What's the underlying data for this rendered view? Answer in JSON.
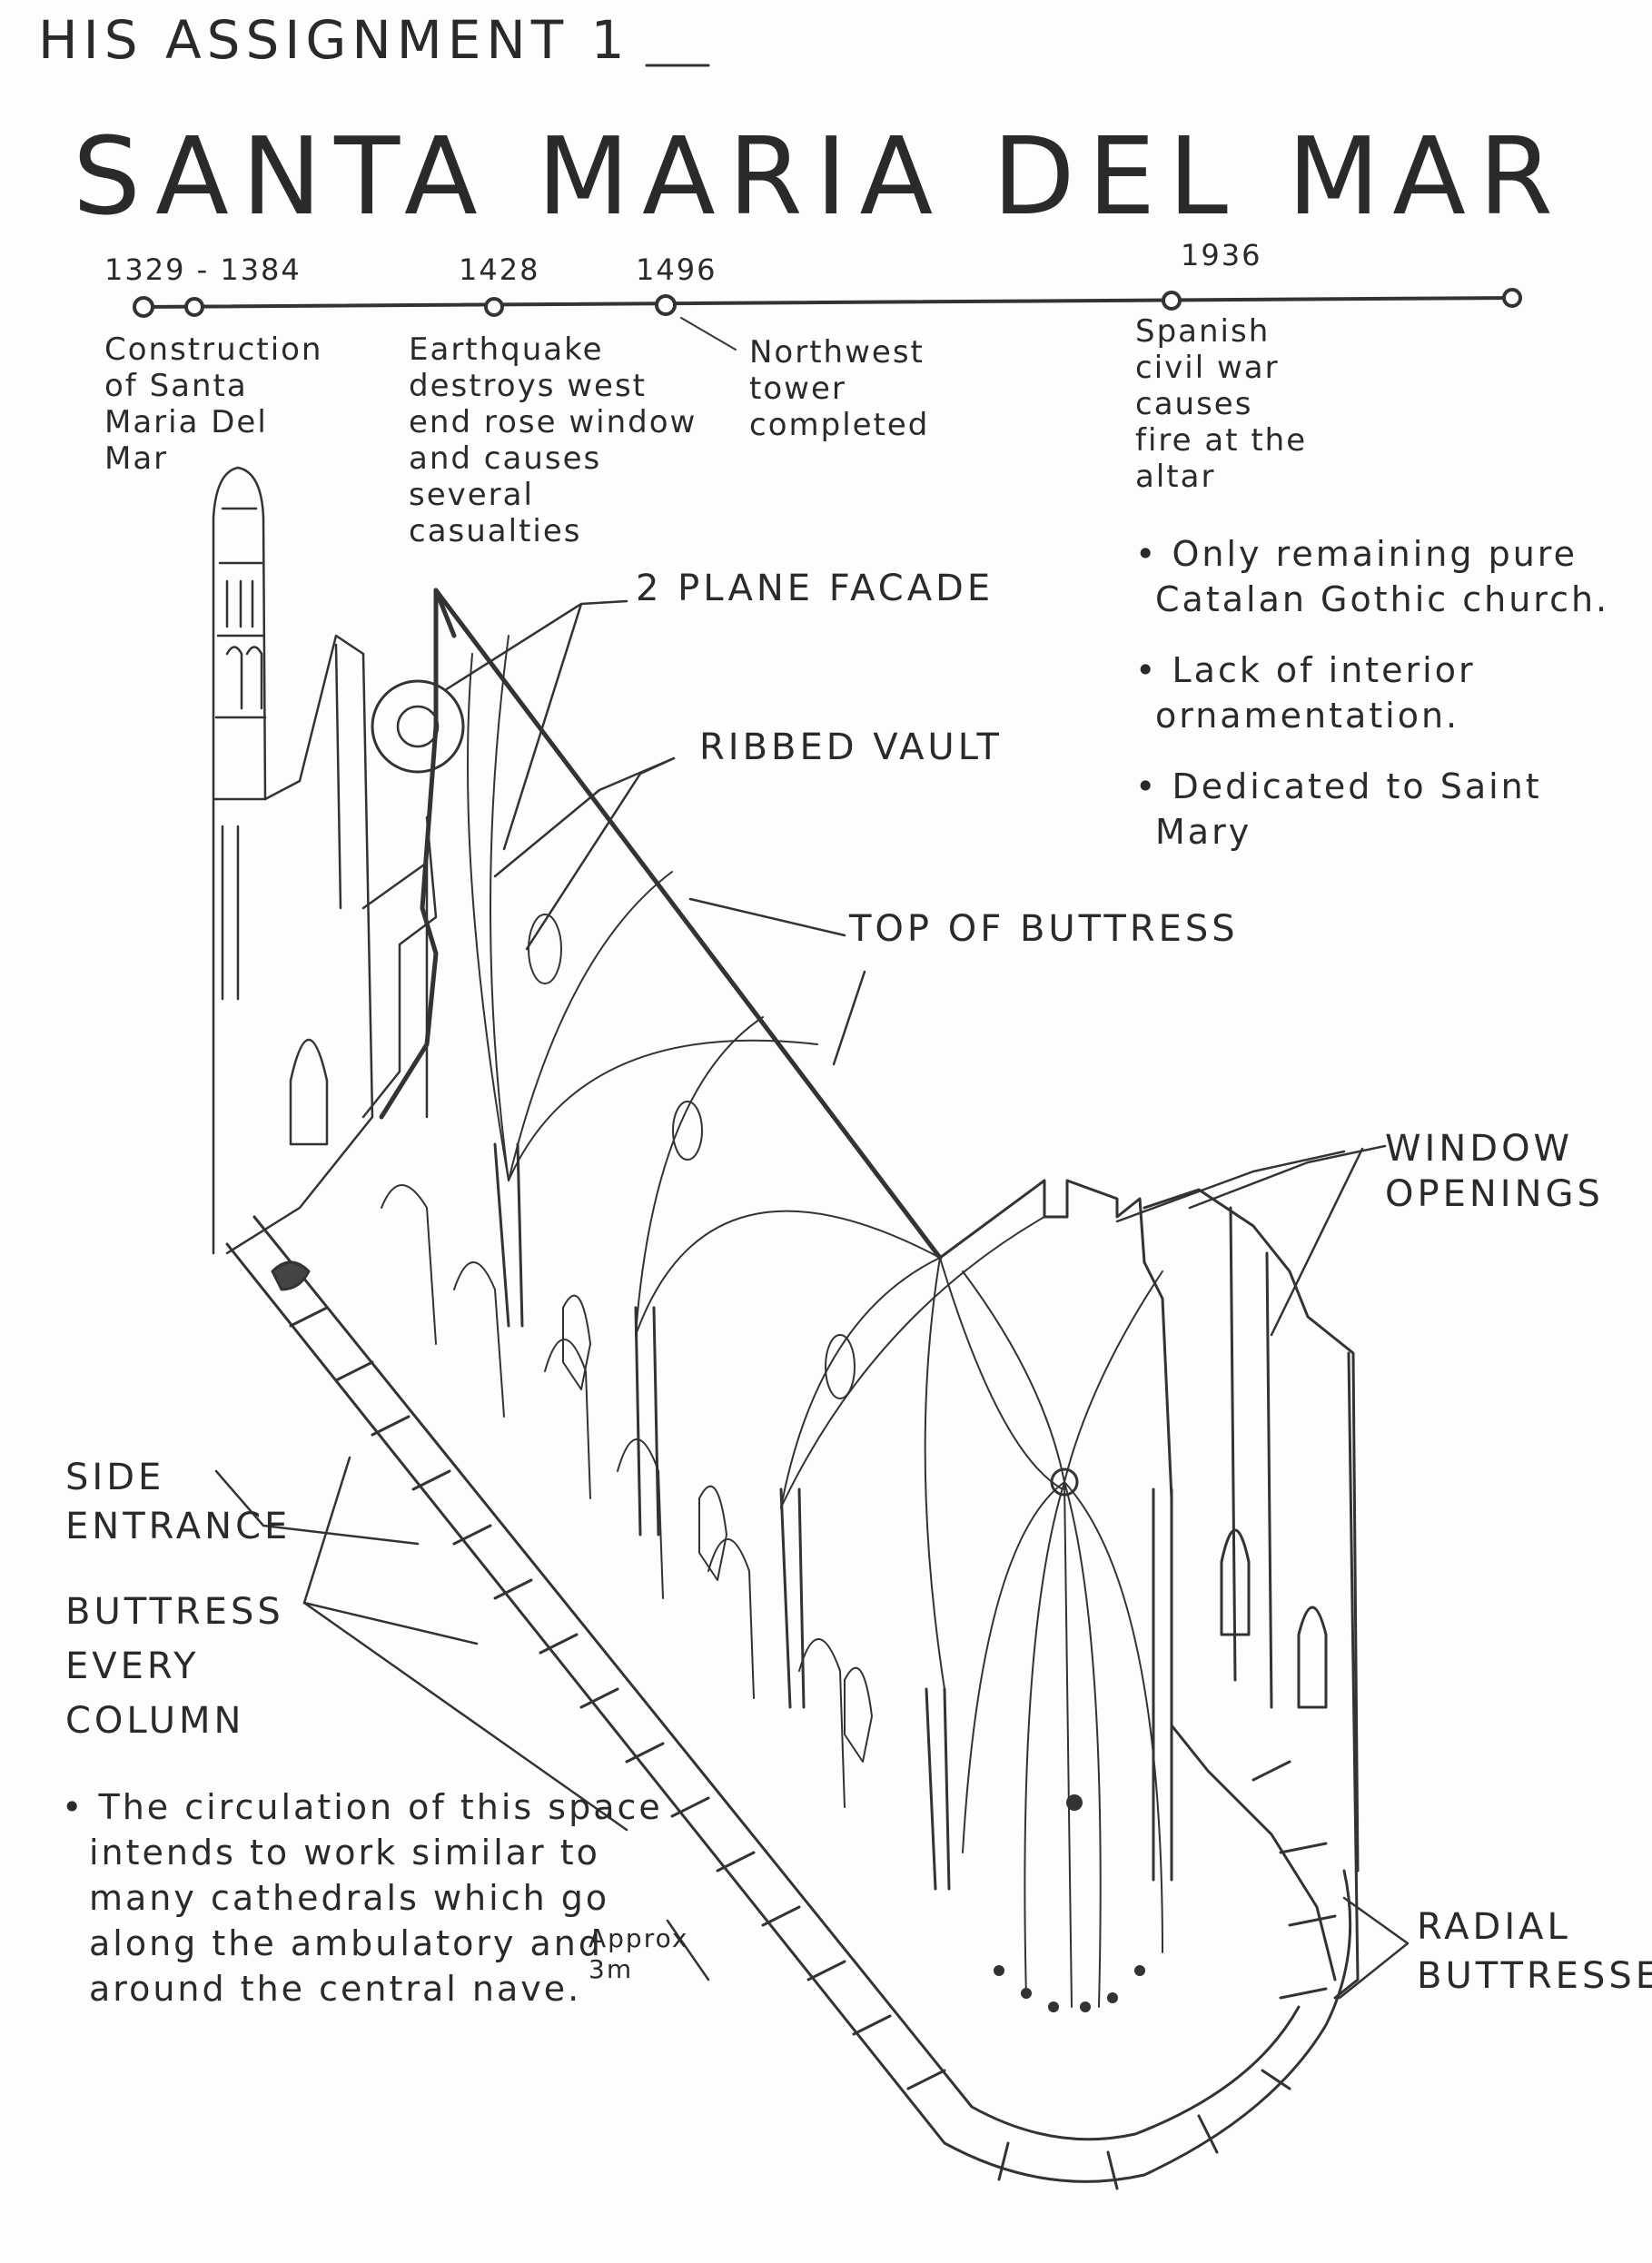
{
  "header": "HIS ASSIGNMENT 1",
  "title": "SANTA MARIA DEL MAR",
  "timeline": [
    {
      "year": "1329 - 1384",
      "event": "Construction of Santa Maria Del Mar"
    },
    {
      "year": "1428",
      "event": "Earthquake destroys west end rose window and causes several casualties"
    },
    {
      "year": "1496",
      "event": "Northwest tower completed"
    },
    {
      "year": "1936",
      "event": "Spanish civil war causes fire at the altar"
    }
  ],
  "facts": [
    "Only remaining pure Catalan Gothic church.",
    "Lack of interior ornamentation.",
    "Dedicated to Saint Mary"
  ],
  "labels": {
    "facade": "2 PLANE FACADE",
    "vault": "RIBBED VAULT",
    "buttress_top": "TOP OF BUTTRESS",
    "windows": "WINDOW OPENINGS",
    "side_entrance": "SIDE ENTRANCE",
    "buttress_col": "BUTTRESS EVERY COLUMN",
    "radial": "RADIAL BUTTRESSES",
    "approx": "Approx 3m"
  },
  "circulation_note": "The circulation of this space intends to work similar to many cathedrals which go along the ambulatory and around the central nave."
}
